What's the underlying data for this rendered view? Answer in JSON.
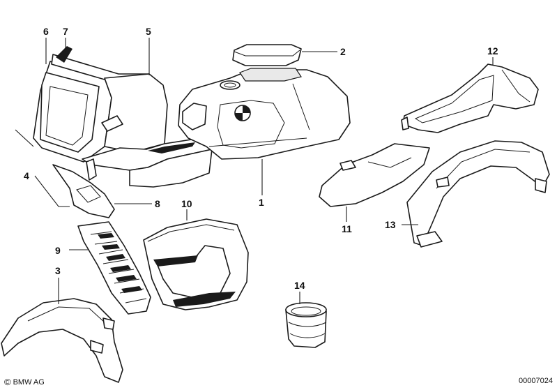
{
  "callouts": {
    "c1": "1",
    "c2": "2",
    "c3": "3",
    "c4": "4",
    "c5": "5",
    "c6": "6",
    "c7": "7",
    "c8": "8",
    "c9": "9",
    "c10": "10",
    "c11": "11",
    "c12": "12",
    "c13": "13",
    "c14": "14"
  },
  "footer": {
    "copyright_symbol": "©",
    "copyright": "BMW AG",
    "diagram_id": "00007024"
  },
  "colors": {
    "line": "#1a1a1a",
    "background": "#ffffff"
  }
}
